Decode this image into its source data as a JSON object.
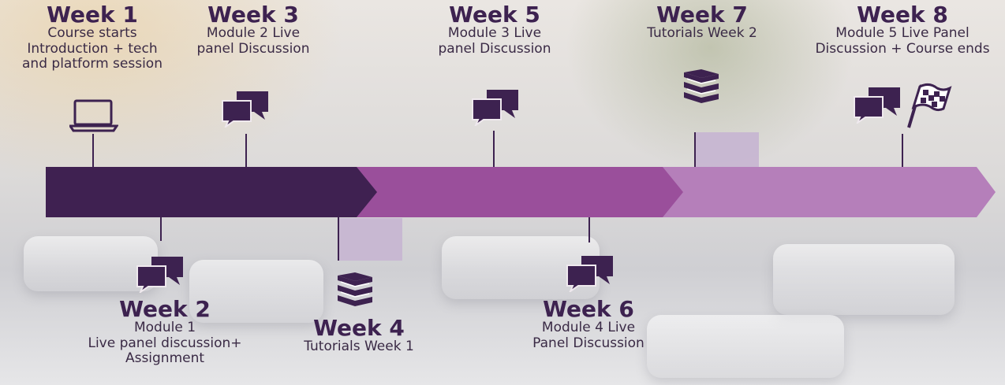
{
  "timeline": {
    "weeks": [
      {
        "title": "Week 1",
        "desc": "Course starts\nIntroduction + tech\nand platform session",
        "icon": "laptop-icon"
      },
      {
        "title": "Week 2",
        "desc": "Module 1\nLive panel discussion+\nAssignment",
        "icon": "chat-icon"
      },
      {
        "title": "Week 3",
        "desc": "Module 2 Live\npanel Discussion",
        "icon": "chat-icon"
      },
      {
        "title": "Week 4",
        "desc": "Tutorials Week 1",
        "icon": "books-icon"
      },
      {
        "title": "Week 5",
        "desc": "Module 3 Live\npanel Discussion",
        "icon": "chat-icon"
      },
      {
        "title": "Week 6",
        "desc": "Module 4 Live\nPanel Discussion",
        "icon": "chat-icon"
      },
      {
        "title": "Week 7",
        "desc": "Tutorials Week 2",
        "icon": "books-icon"
      },
      {
        "title": "Week 8",
        "desc": "Module 5 Live Panel\nDiscussion + Course ends",
        "icon": "chat-and-finish-flag-icon"
      }
    ]
  },
  "colors": {
    "segment1": "#3f2151",
    "segment2": "#9a4f9b",
    "segment3": "#b57fba",
    "tutorial_block": "#c7b6d2",
    "text": "#3d2250"
  }
}
